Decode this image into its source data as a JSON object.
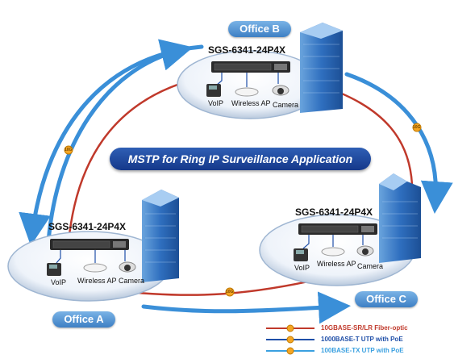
{
  "title": "MSTP for Ring IP Surveillance Application",
  "offices": [
    {
      "name": "Office B",
      "switch_model": "SGS-6341-24P4X",
      "devices": [
        "VoIP",
        "Wireless AP",
        "Camera"
      ]
    },
    {
      "name": "Office A",
      "switch_model": "SGS-6341-24P4X",
      "devices": [
        "VoIP",
        "Wireless AP",
        "Camera"
      ]
    },
    {
      "name": "Office C",
      "switch_model": "SGS-6341-24P4X",
      "devices": [
        "VoIP",
        "Wireless AP",
        "Camera"
      ]
    }
  ],
  "link_tag": "10G",
  "legend": [
    {
      "label": "10GBASE-SR/LR Fiber-optic",
      "color": "#c0392b"
    },
    {
      "label": "1000BASE-T UTP with PoE",
      "color": "#1f4fa8"
    },
    {
      "label": "100BASE-TX UTP with PoE",
      "color": "#3aa0e0"
    }
  ],
  "colors": {
    "fiber": "#c0392b",
    "ring_arrow": "#3a8fd8",
    "banner": "#1d47a0"
  }
}
